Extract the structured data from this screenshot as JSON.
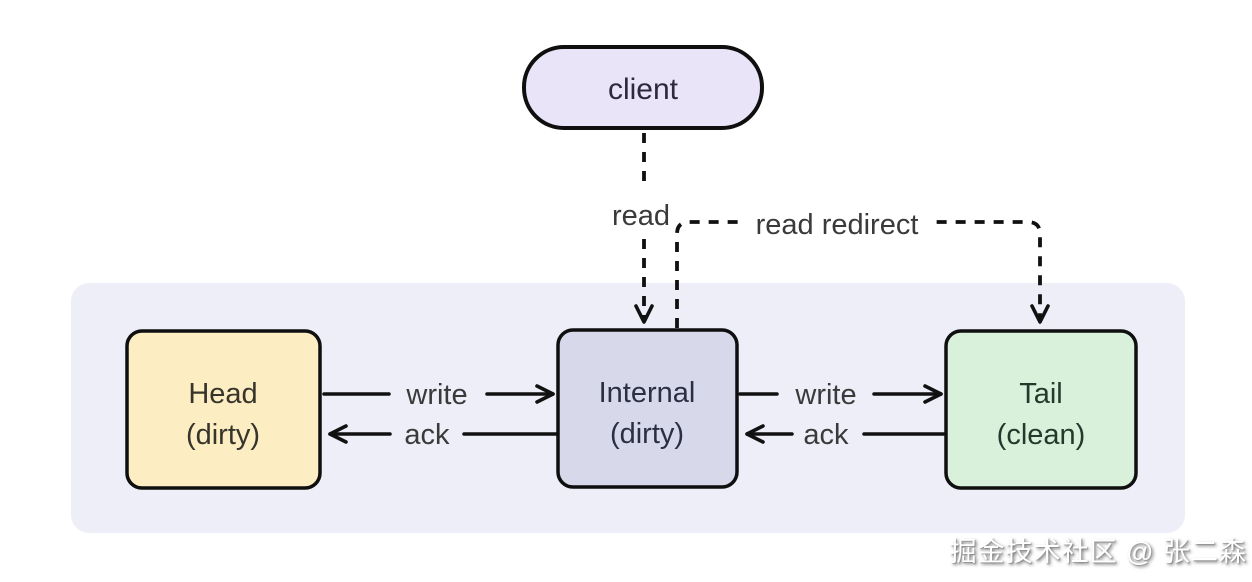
{
  "colors": {
    "page_bg": "#ffffff",
    "container_fill": "#edeef8",
    "line_stroke": "#111111",
    "edge_label_color": "#3a3a3a"
  },
  "client": {
    "label": "client",
    "fill": "#e9e4f8",
    "text_color": "#2d2a3e"
  },
  "nodes": [
    {
      "label": "Head",
      "state": "(dirty)",
      "fill": "#fcedc2",
      "text_color": "#37342c"
    },
    {
      "label": "Internal",
      "state": "(dirty)",
      "fill": "#d7d9eb",
      "text_color": "#2c2f42"
    },
    {
      "label": "Tail",
      "state": "(clean)",
      "fill": "#d9f0da",
      "text_color": "#24392b"
    }
  ],
  "edges": {
    "read": "read",
    "read_redirect": "read redirect",
    "head_internal_write": "write",
    "head_internal_ack": "ack",
    "internal_tail_write": "write",
    "internal_tail_ack": "ack"
  },
  "watermark": "掘金技术社区 @ 张二森"
}
